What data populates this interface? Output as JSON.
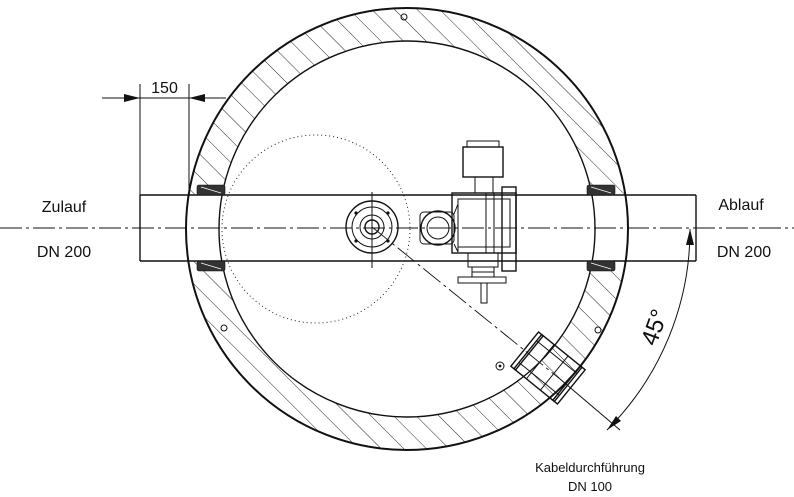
{
  "labels": {
    "inlet": "Zulauf",
    "inlet_size": "DN 200",
    "outlet": "Ablauf",
    "outlet_size": "DN 200",
    "dimension": "150",
    "angle": "45°",
    "cable_entry": "Kabeldurchführung",
    "cable_entry_size": "DN 100"
  }
}
